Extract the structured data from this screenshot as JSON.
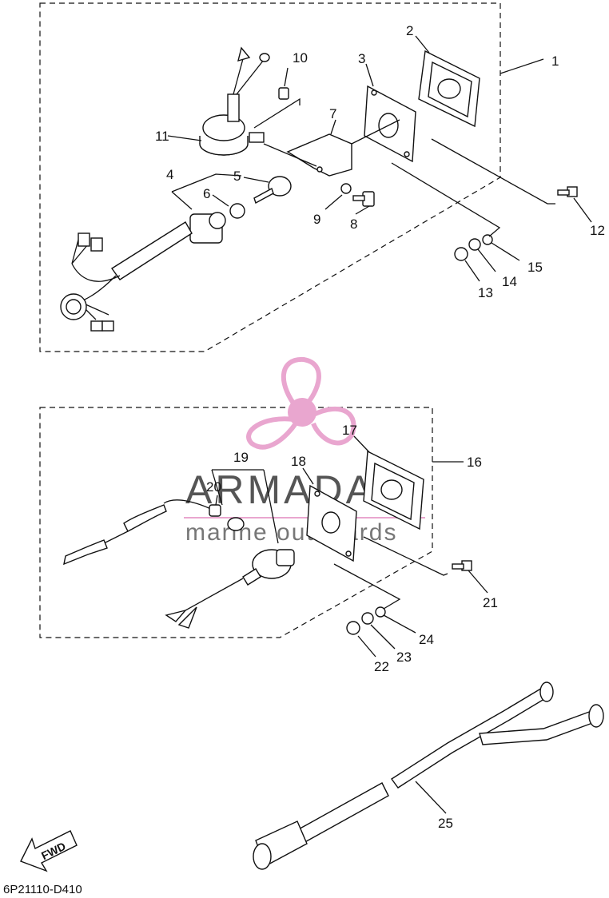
{
  "diagram_code": "6P21110-D410",
  "watermark": {
    "brand": "ARMADA",
    "tagline": "marine outboards",
    "accent_color": "#e9a6cf"
  },
  "direction_label": "FWD",
  "callouts": [
    "1",
    "2",
    "3",
    "4",
    "5",
    "6",
    "7",
    "8",
    "9",
    "10",
    "11",
    "12",
    "13",
    "14",
    "15",
    "16",
    "17",
    "18",
    "19",
    "20",
    "21",
    "22",
    "23",
    "24",
    "25"
  ]
}
